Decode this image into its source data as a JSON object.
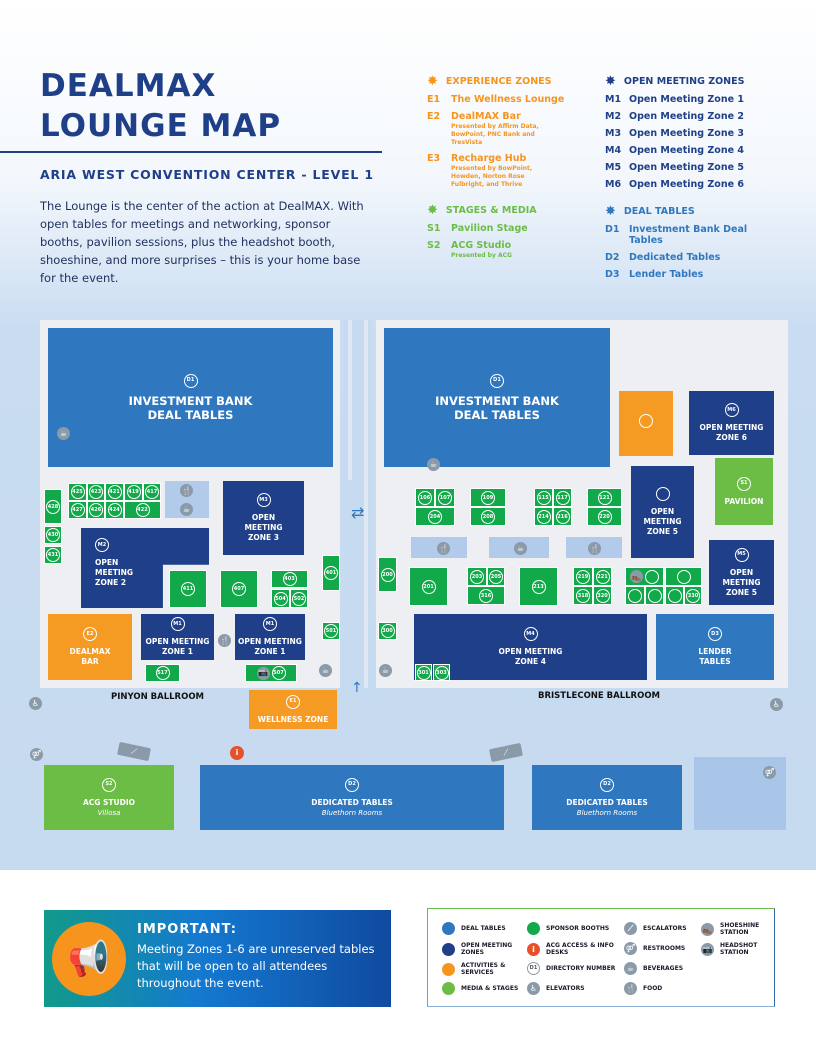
{
  "header": {
    "title_line1": "DEALMAX",
    "title_line2": "LOUNGE MAP",
    "subtitle": "ARIA WEST CONVENTION CENTER - LEVEL 1",
    "intro": "The Lounge is the center of the action at DealMAX. With open tables for meetings and networking, sponsor booths, pavilion sessions, plus the headshot booth, shoeshine, and more surprises – this is your home base for the event."
  },
  "colors": {
    "navy": "#1f3f88",
    "blue": "#2f78bf",
    "orange": "#f7941d",
    "green": "#6cbd45",
    "booth": "#12a94a",
    "red": "#e8502a"
  },
  "legend": {
    "experience": {
      "title": "EXPERIENCE ZONES",
      "items": [
        {
          "code": "E1",
          "name": "The Wellness Lounge"
        },
        {
          "code": "E2",
          "name": "DealMAX Bar",
          "note": "Presented by Affirm Data, BowPoint, PNC Bank and TresVista"
        },
        {
          "code": "E3",
          "name": "Recharge Hub",
          "note": "Presented by BowPoint, Howden, Norton Rose Fulbright, and Thrive"
        }
      ]
    },
    "stages": {
      "title": "STAGES & MEDIA",
      "items": [
        {
          "code": "S1",
          "name": "Pavilion Stage"
        },
        {
          "code": "S2",
          "name": "ACG Studio",
          "note": "Presented by ACG"
        }
      ]
    },
    "meeting": {
      "title": "OPEN MEETING ZONES",
      "items": [
        {
          "code": "M1",
          "name": "Open Meeting Zone 1"
        },
        {
          "code": "M2",
          "name": "Open Meeting Zone 2"
        },
        {
          "code": "M3",
          "name": "Open Meeting Zone 3"
        },
        {
          "code": "M4",
          "name": "Open Meeting Zone 4"
        },
        {
          "code": "M5",
          "name": "Open Meeting Zone 5"
        },
        {
          "code": "M6",
          "name": "Open Meeting Zone 6"
        }
      ]
    },
    "deal": {
      "title": "DEAL TABLES",
      "items": [
        {
          "code": "D1",
          "name": "Investment Bank Deal Tables"
        },
        {
          "code": "D2",
          "name": "Dedicated Tables"
        },
        {
          "code": "D3",
          "name": "Lender Tables"
        }
      ]
    }
  },
  "map": {
    "zones": [
      {
        "code": "D1",
        "lines": [
          "INVESTMENT BANK",
          "DEAL TABLES"
        ],
        "type": "deal"
      },
      {
        "code": "D1",
        "lines": [
          "INVESTMENT BANK",
          "DEAL TABLES"
        ],
        "type": "deal"
      },
      {
        "code": "M6",
        "lines": [
          "OPEN MEETING",
          "ZONE 6"
        ],
        "type": "meeting"
      },
      {
        "code": "",
        "lines": [],
        "type": "activity"
      },
      {
        "code": "",
        "lines": [
          "OPEN",
          "MEETING",
          "ZONE 5"
        ],
        "type": "meeting"
      },
      {
        "code": "S1",
        "lines": [
          "PAVILION"
        ],
        "type": "media"
      },
      {
        "code": "M5",
        "lines": [
          "OPEN",
          "MEETING",
          "ZONE 5"
        ],
        "type": "meeting"
      },
      {
        "code": "D3",
        "lines": [
          "LENDER",
          "TABLES"
        ],
        "type": "deal"
      },
      {
        "code": "M4",
        "lines": [
          "OPEN MEETING",
          "ZONE 4"
        ],
        "type": "meeting"
      },
      {
        "code": "M3",
        "lines": [
          "OPEN",
          "MEETING",
          "ZONE 3"
        ],
        "type": "meeting"
      },
      {
        "code": "M2",
        "lines": [
          "OPEN",
          "MEETING",
          "ZONE 2"
        ],
        "type": "meeting"
      },
      {
        "code": "E2",
        "lines": [
          "DEALMAX",
          "BAR"
        ],
        "type": "activity"
      },
      {
        "code": "M1",
        "lines": [
          "OPEN MEETING",
          "ZONE 1"
        ],
        "type": "meeting"
      },
      {
        "code": "M1",
        "lines": [
          "OPEN MEETING",
          "ZONE 1"
        ],
        "type": "meeting"
      },
      {
        "code": "E1",
        "lines": [
          "WELLNESS ZONE"
        ],
        "type": "activity"
      },
      {
        "code": "S2",
        "lines": [
          "ACG STUDIO"
        ],
        "sub": "Villosa",
        "type": "media"
      },
      {
        "code": "D2",
        "lines": [
          "DEDICATED TABLES"
        ],
        "sub": "Bluethorn Rooms",
        "type": "deal"
      },
      {
        "code": "D2",
        "lines": [
          "DEDICATED TABLES"
        ],
        "sub": "Bluethorn Rooms",
        "type": "deal"
      }
    ],
    "booths": [
      "425",
      "423",
      "421",
      "419",
      "417",
      "427",
      "426",
      "424",
      "422",
      "428",
      "430",
      "431",
      "411",
      "407",
      "403",
      "504",
      "502",
      "401",
      "501",
      "517",
      "507",
      "106",
      "107",
      "109",
      "204",
      "208",
      "115",
      "117",
      "214",
      "216",
      "121",
      "220",
      "200",
      "201",
      "203",
      "205",
      "316",
      "213",
      "219",
      "221",
      "318",
      "320",
      "",
      "",
      "",
      "",
      "",
      "330",
      "300",
      "301",
      "303"
    ],
    "rooms": {
      "left": "PINYON BALLROOM",
      "right": "BRISTLECONE BALLROOM"
    }
  },
  "important": {
    "title": "IMPORTANT:",
    "text": "Meeting Zones 1-6 are unreserved tables that will be open to all attendees throughout the event."
  },
  "key": {
    "deal": "DEAL TABLES",
    "meeting": "OPEN MEETING ZONES",
    "activity": "ACTIVITIES & SERVICES",
    "media": "MEDIA & STAGES",
    "booths": "SPONSOR BOOTHS",
    "info": "ACG ACCESS & INFO DESKS",
    "dir": "DIRECTORY NUMBER",
    "dir_sample": "D1",
    "elevators": "ELEVATORS",
    "escalators": "ESCALATORS",
    "restrooms": "RESTROOMS",
    "beverages": "BEVERAGES",
    "food": "FOOD",
    "shoeshine": "SHOESHINE STATION",
    "headshot": "HEADSHOT STATION"
  }
}
